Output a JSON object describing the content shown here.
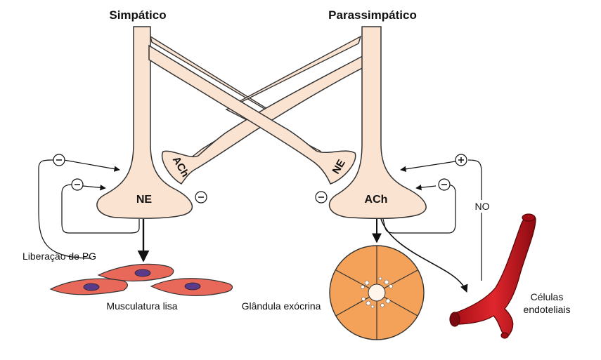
{
  "titles": {
    "left": "Simpático",
    "right": "Parassimpático"
  },
  "terminals": {
    "left_main": "NE",
    "left_branch": "ACh",
    "right_main": "ACh",
    "right_branch": "NE"
  },
  "signs": {
    "minus": "−",
    "plus": "+"
  },
  "labels": {
    "pg_release": "Liberação de PG",
    "smooth_muscle": "Musculatura lisa",
    "exocrine_gland": "Glândula exócrina",
    "endothelial_line1": "Células",
    "endothelial_line2": "endoteliais",
    "no": "NO"
  },
  "colors": {
    "neuron_fill": "#fbe3d1",
    "neuron_stroke": "#333333",
    "muscle_fill": "#e8685a",
    "nucleus": "#5b3a8a",
    "gland_fill": "#f4a25a",
    "vessel_red": "#c4151c",
    "vessel_dark": "#7a0a10"
  }
}
